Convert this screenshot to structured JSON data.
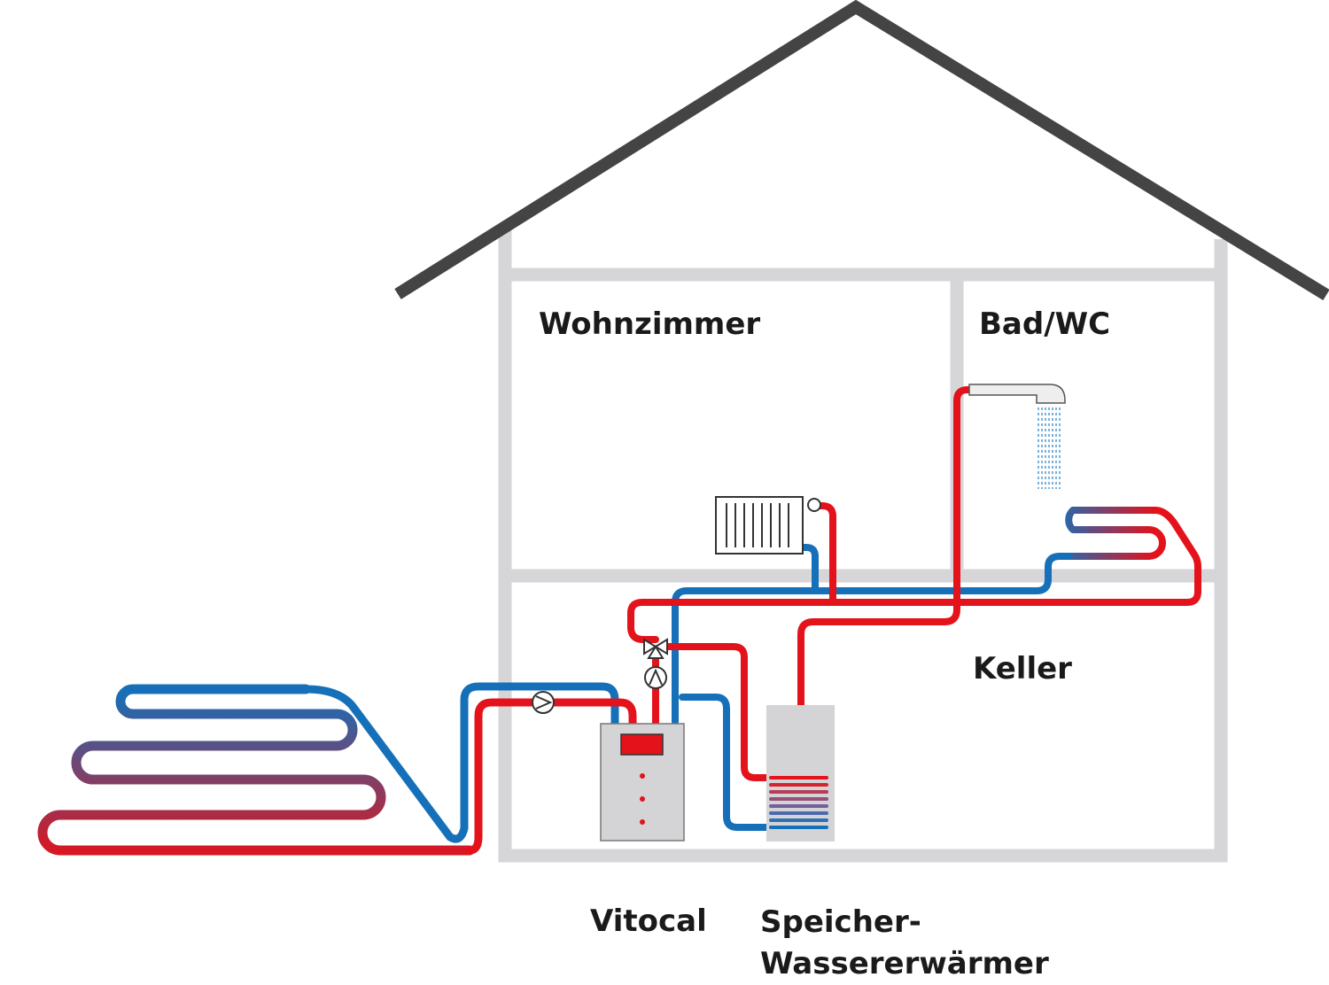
{
  "labels": {
    "room_living": "Wohnzimmer",
    "room_bath": "Bad/WC",
    "room_basement": "Keller",
    "heat_pump": "Vitocal",
    "water_heater_line1": "Speicher-",
    "water_heater_line2": "Wassererwärmer"
  },
  "colors": {
    "roof": "#444444",
    "walls": "#d6d6d8",
    "hot_pipe": "#e3121b",
    "cold_pipe": "#1570b9",
    "unit_fill": "#d4d4d6",
    "unit_display": "#e3121b",
    "text": "#1a1a1a"
  },
  "icons": [
    "heat-pump-unit",
    "water-storage-tank",
    "radiator-icon",
    "shower-head-icon",
    "circulation-pump-icon",
    "three-way-valve-icon",
    "ground-collector-coil",
    "floor-heating-coil"
  ]
}
